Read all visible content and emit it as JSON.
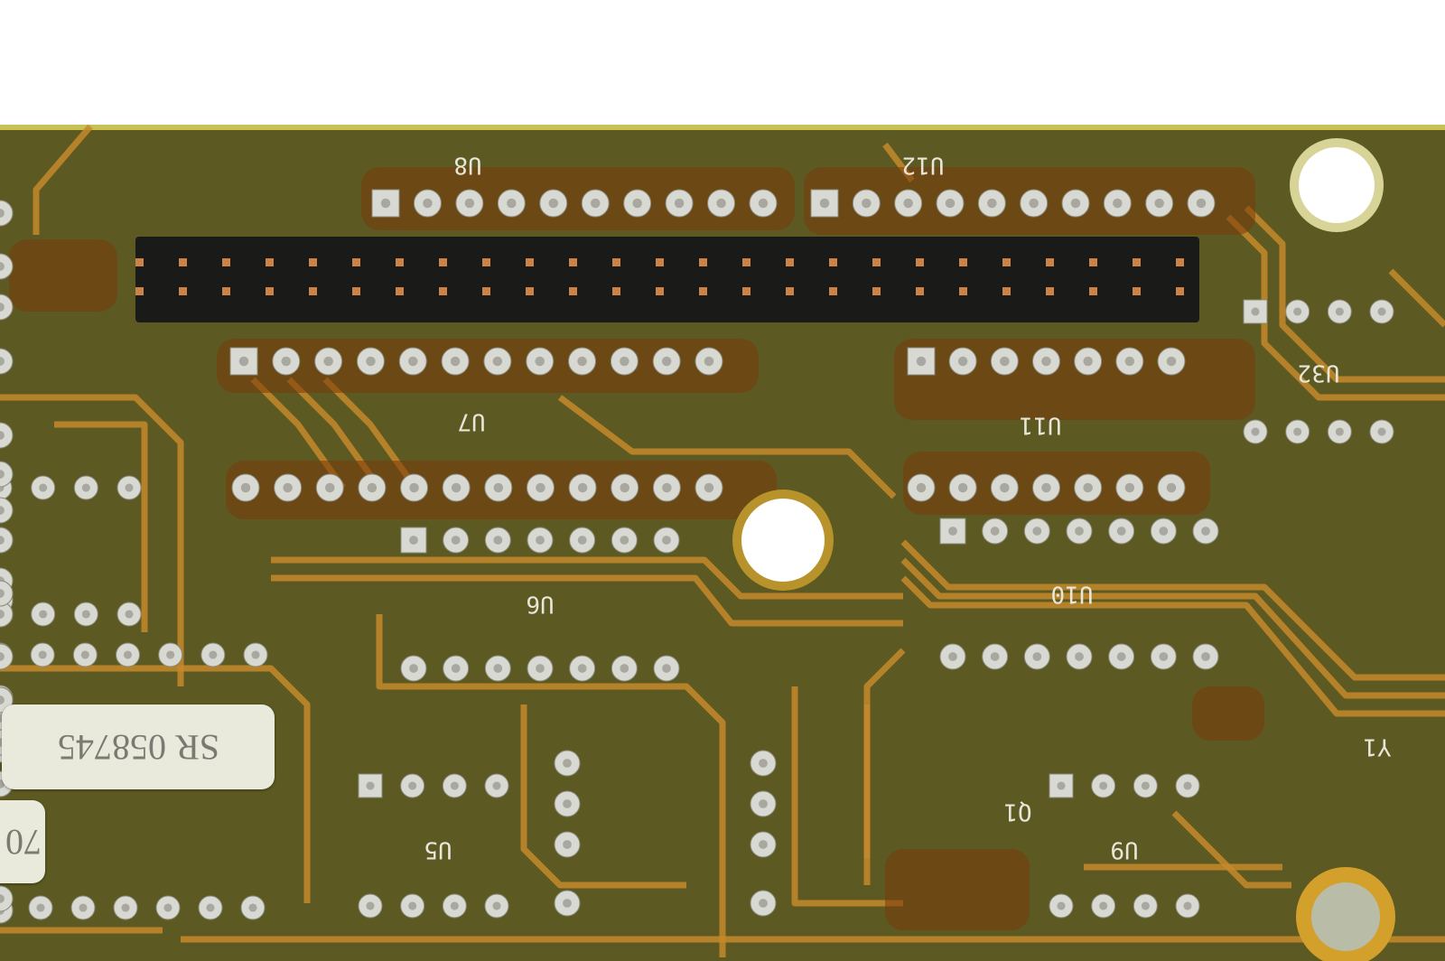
{
  "image": {
    "subject": "pcb-underside",
    "silkscreen_labels": [
      "U8",
      "U12",
      "U7",
      "U11",
      "U32",
      "U6",
      "U10",
      "U5",
      "U9",
      "Q1",
      "Y1"
    ],
    "sticker_serial": "SR 058745",
    "sticker_partial": "70",
    "colors": {
      "board": "#5c5a22",
      "trace": "#c48a2c",
      "pad": "#d9d9d4",
      "flux": "#7a3a0a",
      "header": "#1a1a18",
      "background": "#ffffff"
    }
  }
}
